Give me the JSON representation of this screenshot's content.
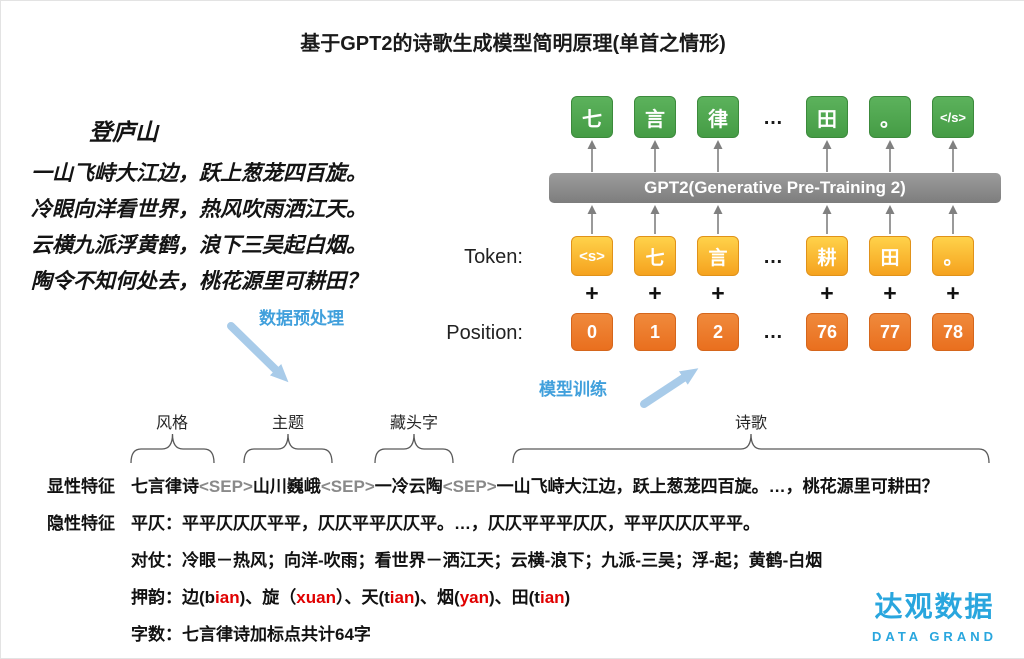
{
  "title": "基于GPT2的诗歌生成模型简明原理(单首之情形)",
  "poem": {
    "title": "登庐山",
    "lines": [
      "一山飞峙大江边，跃上葱茏四百旋。",
      "冷眼向洋看世界，热风吹雨洒江天。",
      "云横九派浮黄鹤，浪下三吴起白烟。",
      "陶令不知何处去，桃花源里可耕田？"
    ]
  },
  "annotations": {
    "preprocess": "数据预处理",
    "train": "模型训练"
  },
  "model": {
    "name": "GPT2(Generative Pre-Training 2)",
    "output_row": [
      "七",
      "言",
      "律",
      "…",
      "田",
      "。",
      "</s>"
    ],
    "token_label": "Token:",
    "token_row": [
      "<s>",
      "七",
      "言",
      "…",
      "耕",
      "田",
      "。"
    ],
    "plus": "+",
    "position_label": "Position:",
    "position_row": [
      "0",
      "1",
      "2",
      "…",
      "76",
      "77",
      "78"
    ]
  },
  "braces": [
    {
      "label": "风格"
    },
    {
      "label": "主题"
    },
    {
      "label": "藏头字"
    },
    {
      "label": "诗歌"
    }
  ],
  "features": {
    "explicit_label": "显性特征",
    "explicit_segments": [
      "七言律诗",
      "<SEP>",
      "山川巍峨",
      "<SEP>",
      "一冷云陶",
      "<SEP>",
      "一山飞峙大江边，跃上葱茏四百旋。…，桃花源里可耕田？"
    ],
    "implicit_label": "隐性特征",
    "pingze": "平仄：平平仄仄仄平平，仄仄平平仄仄平。…，仄仄平平平仄仄，平平仄仄仄平平。",
    "duizhang": "对仗：冷眼－热风；向洋-吹雨；看世界－洒江天；云横-浪下；九派-三吴；浮-起；黄鹤-白烟",
    "rhyme_segments": [
      "押韵：边(b",
      "ian",
      ")、旋（",
      "xuan",
      "）、天(t",
      "ian",
      ")、烟(",
      "yan",
      ")、田(t",
      "ian",
      ")"
    ],
    "zishu": "字数：七言律诗加标点共计64字"
  },
  "logo": {
    "cn": "达观数据",
    "en": "DATA GRAND"
  },
  "colors": {
    "output_box_green": "#4DA64D",
    "token_box_yellow": "#F5A623",
    "position_box_orange": "#ED7D31",
    "gpt2_bar_gray": "#8A8A8A",
    "annotation_blue": "#41A0DC",
    "arrow_blue": "#A8CBE9",
    "rhyme_red": "#E00000",
    "logo_blue": "#29A6DE"
  }
}
